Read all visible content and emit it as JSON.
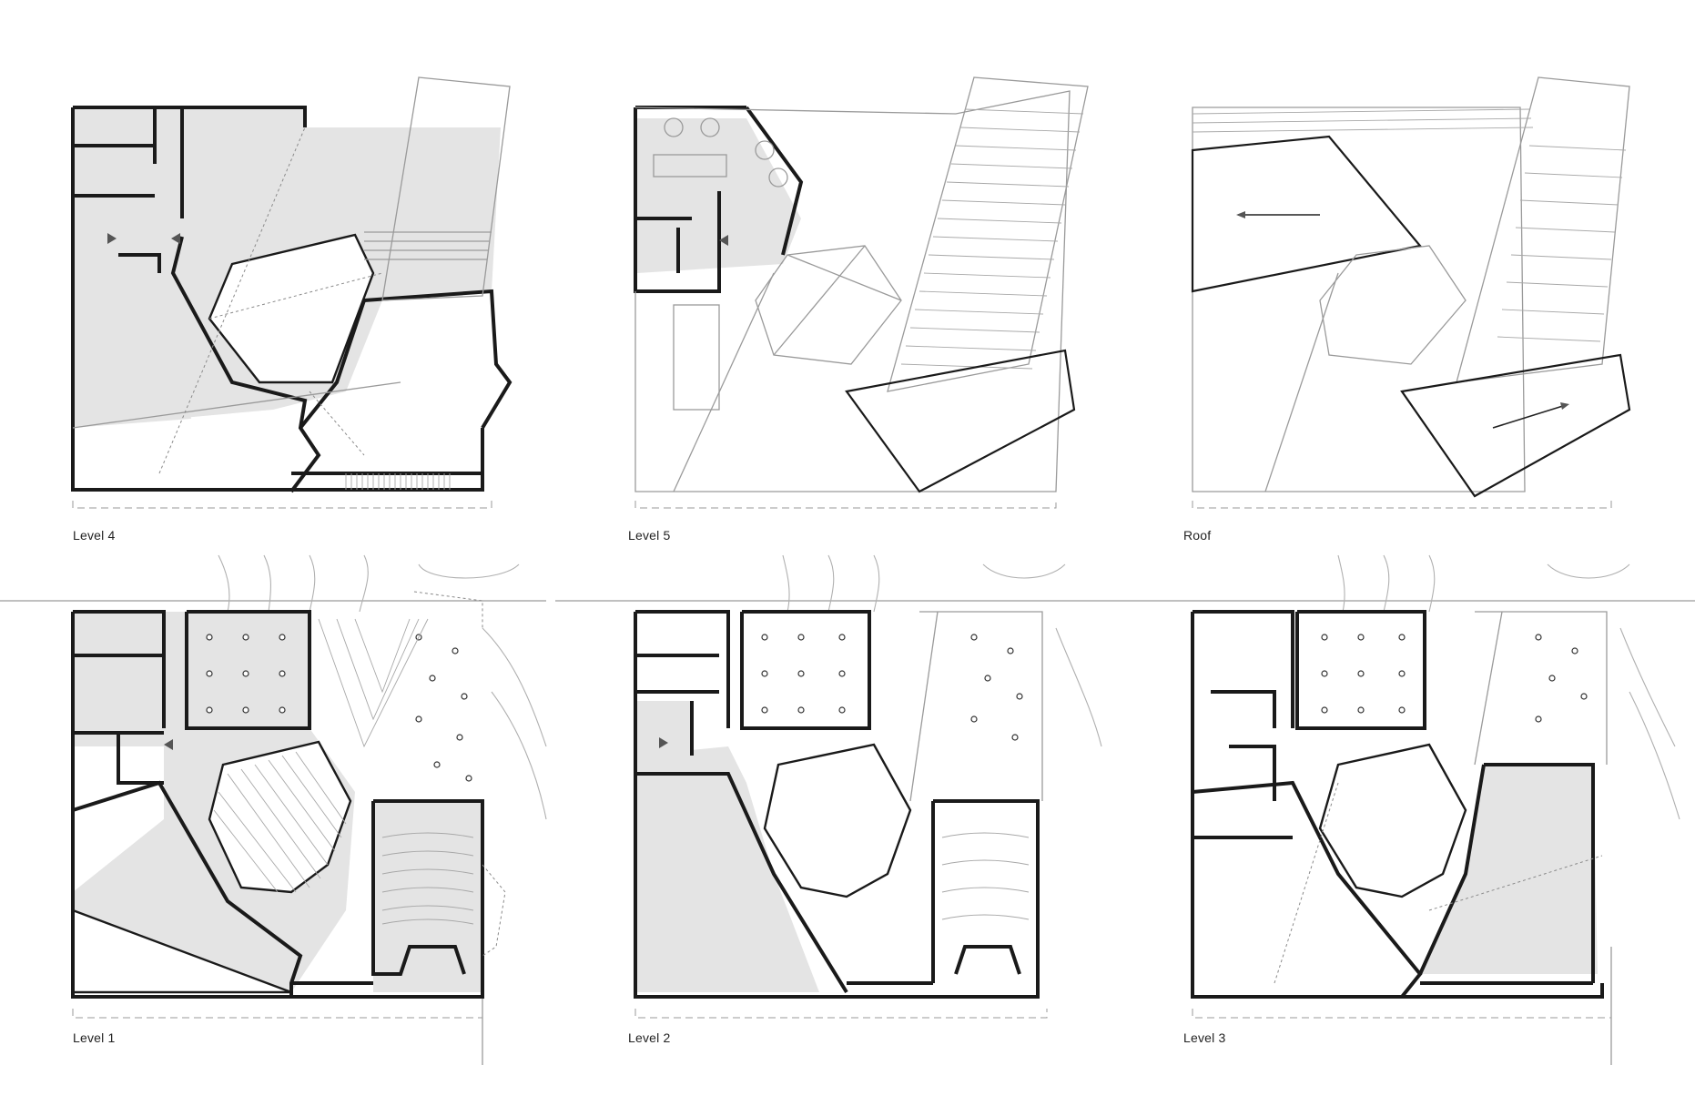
{
  "plans": [
    {
      "key": "level4",
      "label": "Level 4"
    },
    {
      "key": "level5",
      "label": "Level 5"
    },
    {
      "key": "roof",
      "label": "Roof"
    },
    {
      "key": "level1",
      "label": "Level 1"
    },
    {
      "key": "level2",
      "label": "Level 2"
    },
    {
      "key": "level3",
      "label": "Level 3"
    }
  ],
  "colors": {
    "wall": "#1a1a1a",
    "shaded_floor": "#e4e4e4",
    "secondary_line": "#9a9a9a",
    "background": "#ffffff"
  }
}
